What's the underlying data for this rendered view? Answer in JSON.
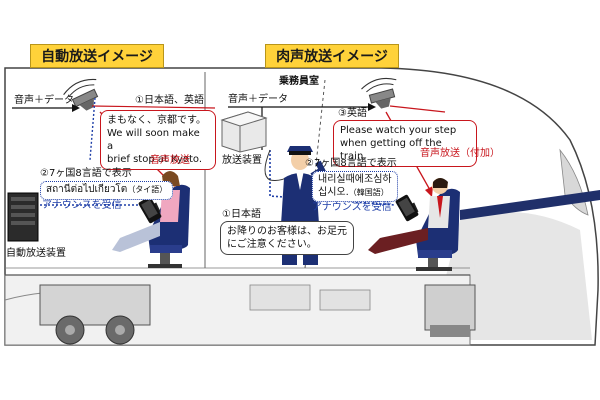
{
  "titles": {
    "auto": "自動放送イメージ",
    "live": "肉声放送イメージ"
  },
  "left": {
    "audio_data": "音声＋データ",
    "step1": "①日本語、英語",
    "bubble_line1": "まもなく、京都です。",
    "bubble_line2": "We will soon make a",
    "bubble_line3": "brief stop at Kyoto.",
    "voice_broadcast": "音声放送",
    "step2": "②7ヶ国8言語で表示",
    "thai_text": "สถานีต่อไปเกียวโต",
    "thai_lang": "（タイ語）",
    "announce_receive": "アナウンスを受信",
    "device": "自動放送装置"
  },
  "right": {
    "crew_room": "乗務員室",
    "audio_data": "音声＋データ",
    "device": "放送装置",
    "step3": "③英語",
    "bubble_line1": "Please watch your step",
    "bubble_line2": "when getting off the train.",
    "voice_broadcast": "音声放送（付加）",
    "step2": "②7ヶ国8言語で表示",
    "korean_line1": "내리실때에조심하",
    "korean_line2": "십시오.",
    "korean_lang": "（韓国語）",
    "announce_receive": "アナウンスを受信",
    "step1": "①日本語",
    "speech_line1": "お降りのお客様は、お足元",
    "speech_line2": "にご注意ください。"
  },
  "colors": {
    "title_bg": "#ffd23a",
    "red": "#c8161d",
    "blue": "#1f3fa8",
    "seat": "#1c2f74"
  }
}
